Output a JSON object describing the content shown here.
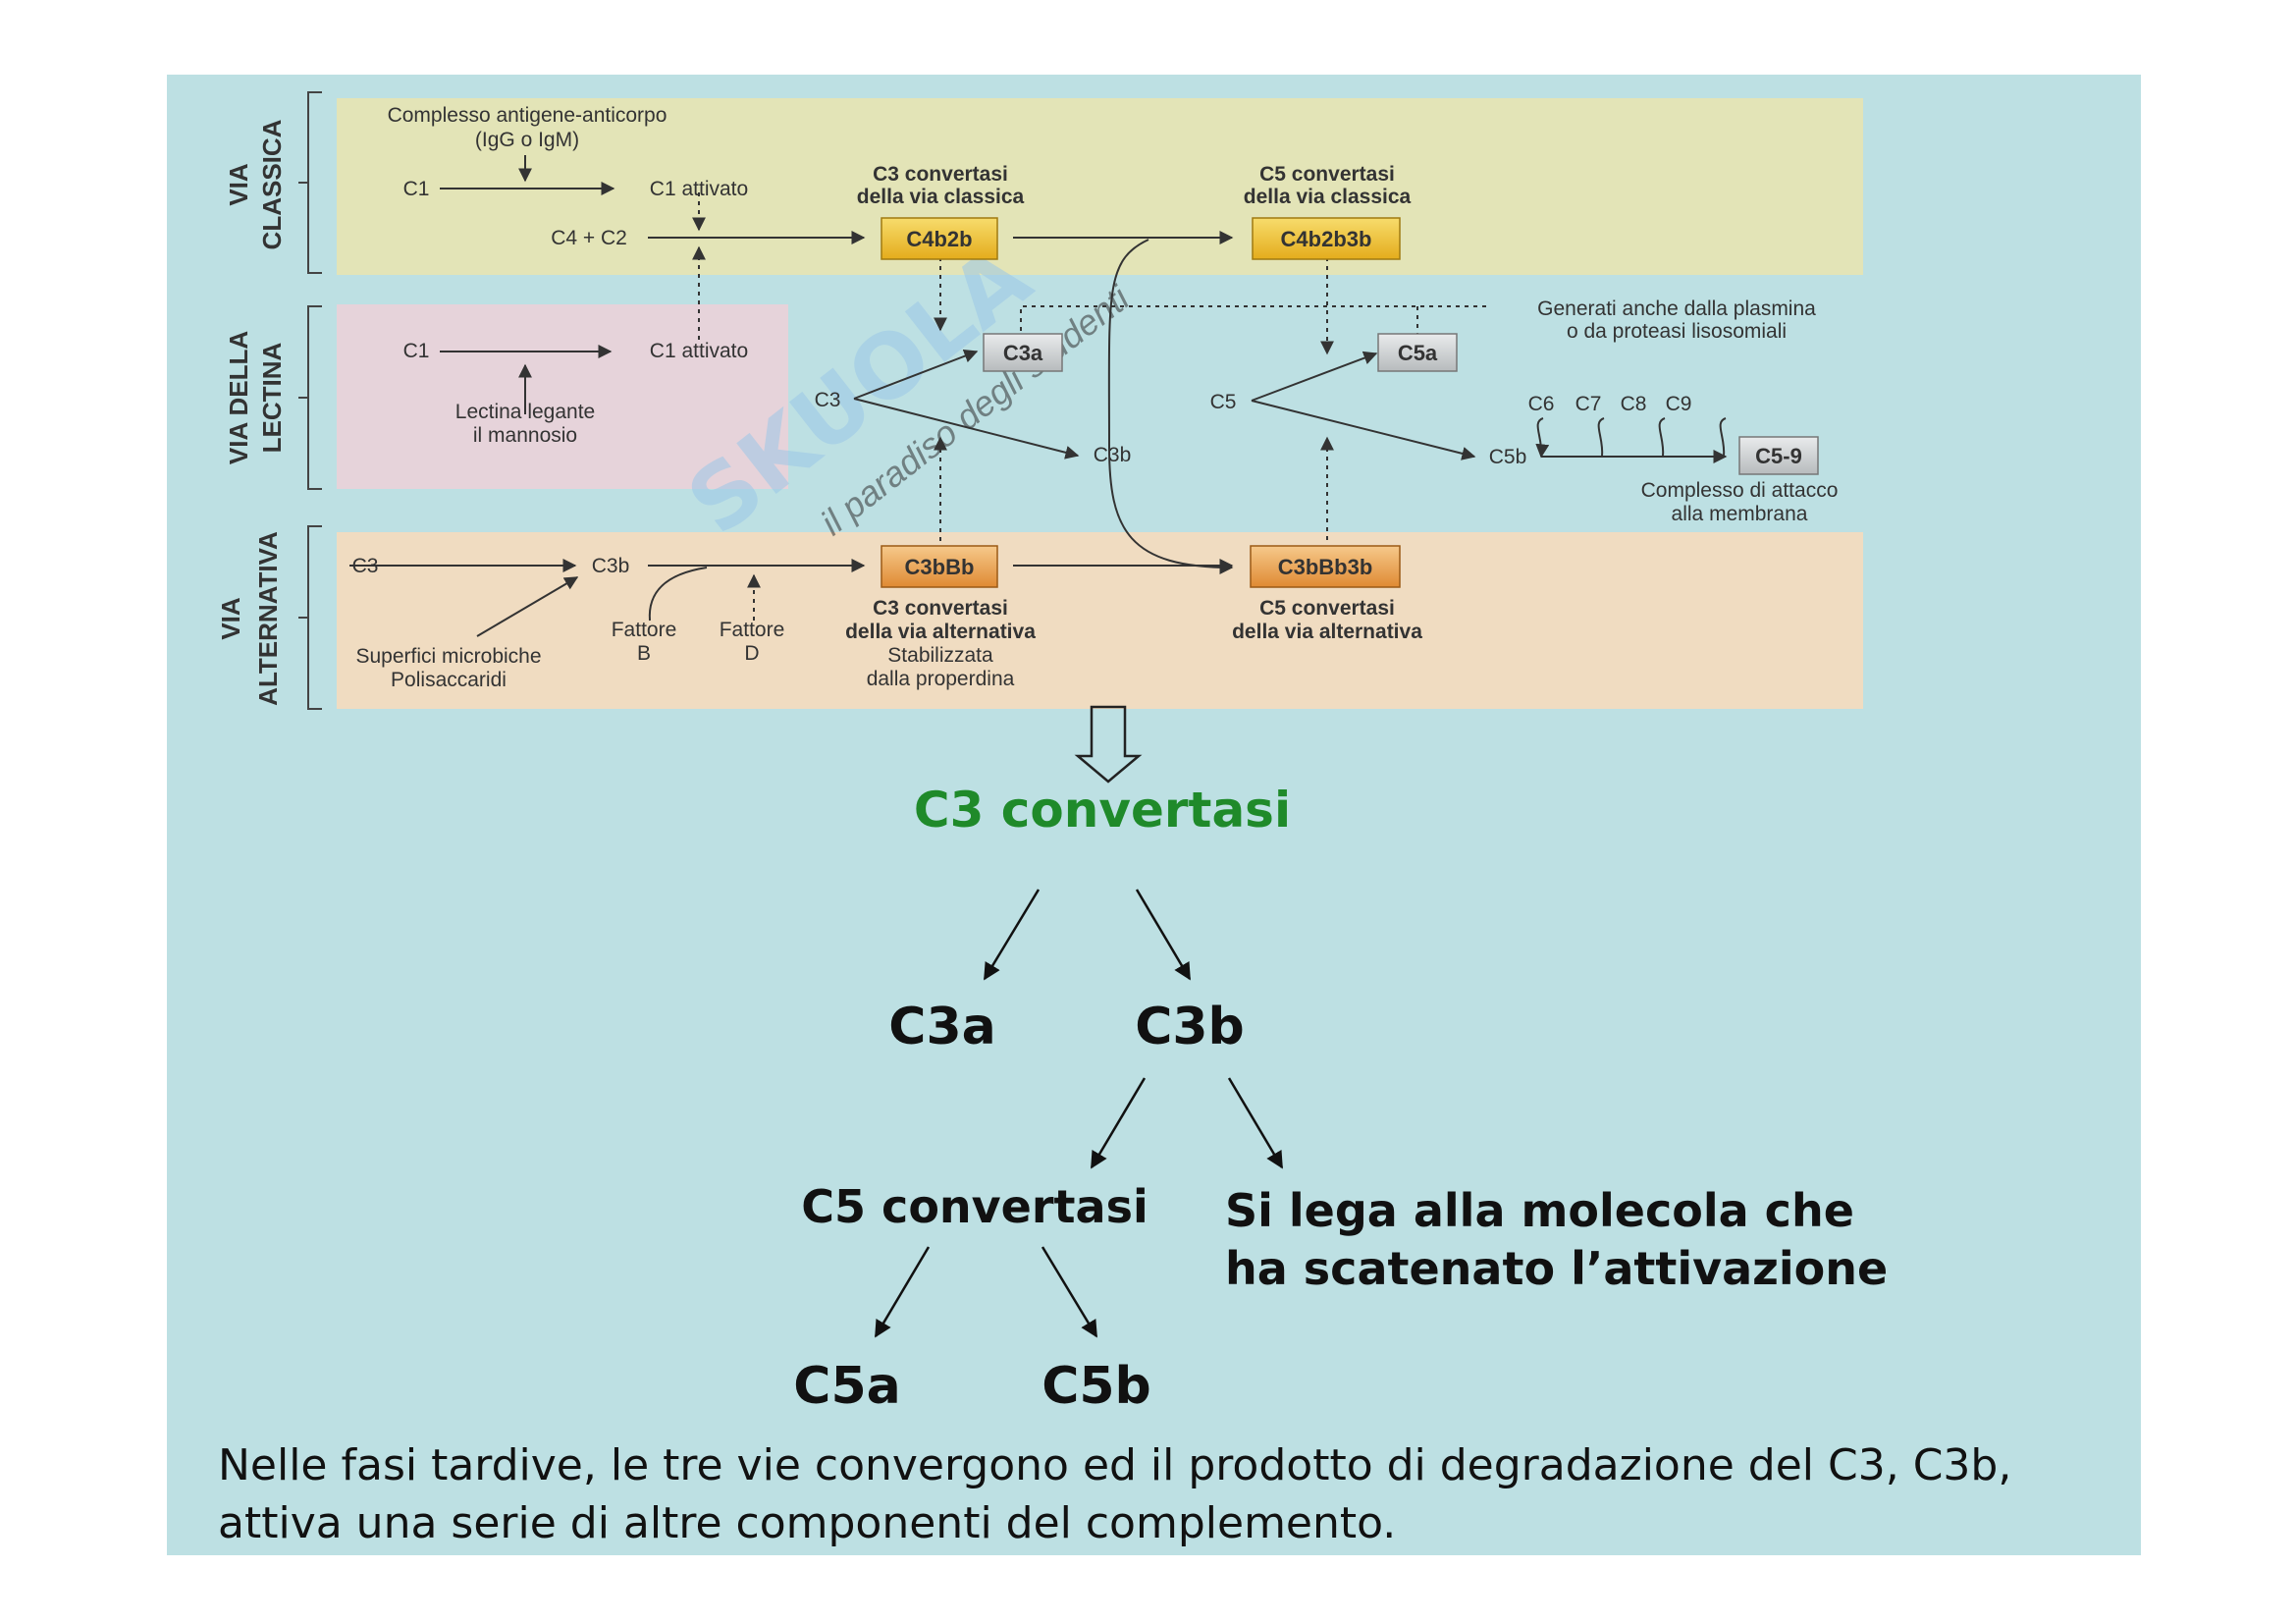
{
  "lanes": {
    "classical": {
      "label_1": "VIA",
      "label_2": "CLASSICA",
      "color": "#e3e4b7"
    },
    "lectin": {
      "label_1": "VIA DELLA",
      "label_2": "LECTINA",
      "color": "#e6d3da"
    },
    "alternative": {
      "label_1": "VIA",
      "label_2": "ALTERNATIVA",
      "color": "#f0dcc1"
    }
  },
  "diagram": {
    "complex_1": "Complesso antigene-anticorpo",
    "complex_2": "(IgG o IgM)",
    "c1": "C1",
    "c1_active": "C1 attivato",
    "c4c2": "C4 + C2",
    "c3conv_classic_1": "C3 convertasi",
    "c3conv_classic_2": "della via classica",
    "c4b2b": "C4b2b",
    "c5conv_classic_1": "C5 convertasi",
    "c5conv_classic_2": "della via classica",
    "c4b2b3b": "C4b2b3b",
    "plasmin_1": "Generati anche dalla plasmina",
    "plasmin_2": "o da proteasi lisosomiali",
    "lectin_c1": "C1",
    "lectin_c1_active": "C1 attivato",
    "lectin_bind_1": "Lectina legante",
    "lectin_bind_2": "il mannosio",
    "c3a": "C3a",
    "c3": "C3",
    "c3b": "C3b",
    "c5a": "C5a",
    "c5": "C5",
    "c6": "C6",
    "c7": "C7",
    "c8": "C8",
    "c9": "C9",
    "c5b": "C5b",
    "c59": "C5-9",
    "mac_1": "Complesso di attacco",
    "mac_2": "alla membrana",
    "alt_c3": "C3",
    "alt_c3b": "C3b",
    "microbial_1": "Superfici microbiche",
    "microbial_2": "Polisaccaridi",
    "factor_b_1": "Fattore",
    "factor_b_2": "B",
    "factor_d_1": "Fattore",
    "factor_d_2": "D",
    "c3bbb": "C3bBb",
    "c3conv_alt_1": "C3 convertasi",
    "c3conv_alt_2": "della via alternativa",
    "c3conv_alt_3": "Stabilizzata",
    "c3conv_alt_4": "dalla properdina",
    "c3bbb3b": "C3bBb3b",
    "c5conv_alt_1": "C5 convertasi",
    "c5conv_alt_2": "della via alternativa"
  },
  "watermark": {
    "line_1": "SKUOLA",
    "line_2": "il paradiso degli studenti"
  },
  "tree": {
    "c3_convertasi": "C3 convertasi",
    "c3a": "C3a",
    "c3b": "C3b",
    "c5_convertasi": "C5 convertasi",
    "binds_1": "Si lega alla molecola che",
    "binds_2": "ha scatenato l’attivazione",
    "c5a": "C5a",
    "c5b": "C5b"
  },
  "footer": {
    "line_1": "Nelle fasi tardive, le tre vie convergono ed il prodotto di degradazione del C3, C3b,",
    "line_2": "attiva una serie di altre componenti del complemento."
  },
  "colors": {
    "slide_bg": "#bde0e3",
    "green_title": "#1f8a2a",
    "yellow_box": "#f2c338",
    "orange_box": "#eda85a",
    "gray_box": "#cfd2d3"
  }
}
